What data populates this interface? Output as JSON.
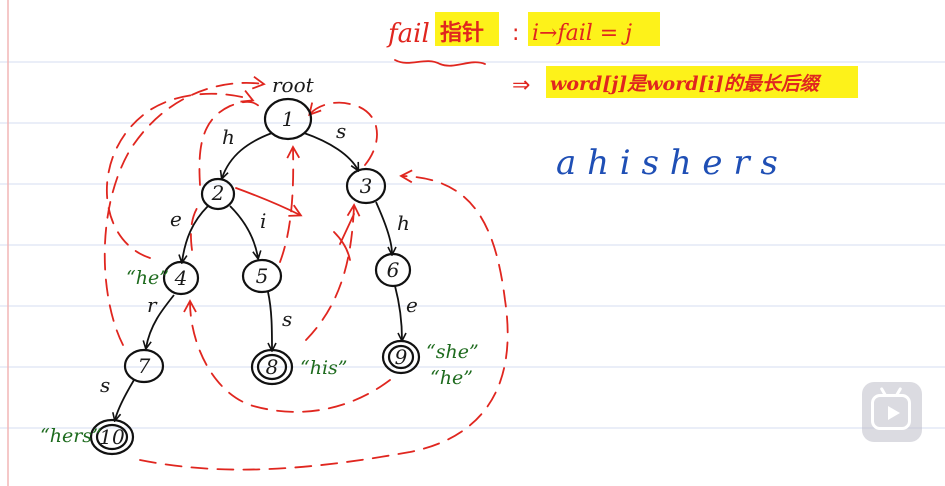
{
  "heading": {
    "title_part1": "fail",
    "title_part2": "指针",
    "colon": ":",
    "definition": "i→fail = j",
    "implication_arrow": "⇒",
    "meaning": "word[j]是word[i]的最长后缀"
  },
  "text_sample": "a h i s h e r s",
  "tree": {
    "root_label": "root",
    "nodes": [
      "1",
      "2",
      "3",
      "4",
      "5",
      "6",
      "7",
      "8",
      "9",
      "10"
    ],
    "edge_labels": [
      "h",
      "s",
      "e",
      "i",
      "h",
      "r",
      "s",
      "e",
      "s"
    ],
    "words": {
      "node4": "“he”",
      "node8": "“his”",
      "node9_a": "“she”",
      "node9_b": "“he”",
      "node10": "“hers”"
    }
  },
  "colors": {
    "fail_arrows": "#e0261f",
    "tree": "#111111",
    "words": "#1e6b1e",
    "sample_text": "#1f4fb5",
    "highlight": "#fdf21a"
  },
  "icons": [
    "video-player-icon"
  ]
}
